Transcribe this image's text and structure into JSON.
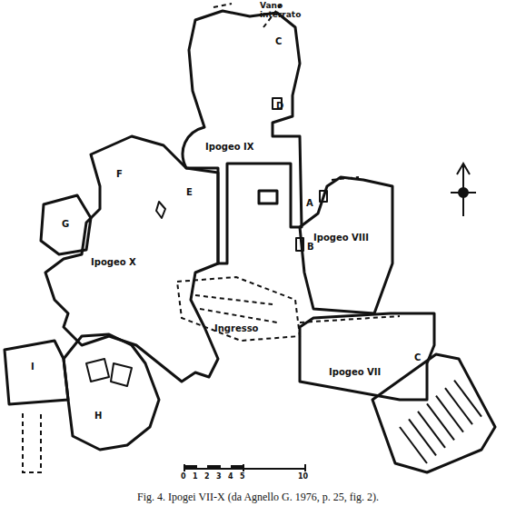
{
  "diagram": {
    "caption": "Fig. 4. Ipogei VII-X (da Agnello G. 1976, p. 25, fig. 2).",
    "labels": [
      "Vano interrato",
      "C",
      "D",
      "Ipogeo IX",
      "A",
      "B",
      "Ipogeo VIII",
      "F",
      "E",
      "G",
      "Ipogeo X",
      "Ingresso",
      "I",
      "H",
      "Ipogeo VII",
      "C",
      "0",
      "1",
      "2",
      "3",
      "4",
      "5",
      "10"
    ]
  }
}
